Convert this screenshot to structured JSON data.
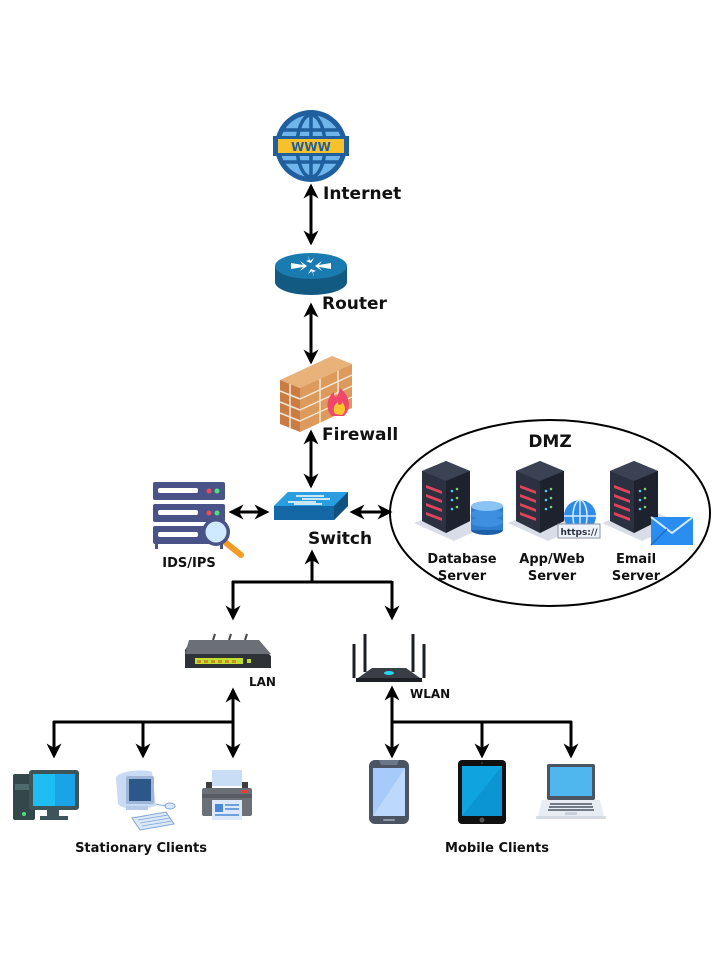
{
  "diagram": {
    "type": "network-topology",
    "nodes": {
      "internet": {
        "label": "Internet",
        "icon": "globe-www-icon",
        "badge": "WWW"
      },
      "router": {
        "label": "Router",
        "icon": "router-icon"
      },
      "firewall": {
        "label": "Firewall",
        "icon": "firewall-icon"
      },
      "switch": {
        "label": "Switch",
        "icon": "switch-icon"
      },
      "ids_ips": {
        "label": "IDS/IPS",
        "icon": "server-magnifier-icon"
      },
      "dmz": {
        "title": "DMZ",
        "servers": [
          {
            "label_line1": "Database",
            "label_line2": "Server",
            "icon": "database-server-icon"
          },
          {
            "label_line1": "App/Web",
            "label_line2": "Server",
            "icon": "web-server-icon",
            "badge": "https://"
          },
          {
            "label_line1": "Email",
            "label_line2": "Server",
            "icon": "email-server-icon"
          }
        ]
      },
      "lan": {
        "label": "LAN",
        "icon": "lan-router-icon"
      },
      "wlan": {
        "label": "WLAN",
        "icon": "wireless-router-icon"
      },
      "stationary_clients": {
        "label": "Stationary Clients",
        "devices": [
          "desktop-computer-icon",
          "retro-computer-icon",
          "printer-icon"
        ]
      },
      "mobile_clients": {
        "label": "Mobile Clients",
        "devices": [
          "smartphone-icon",
          "tablet-icon",
          "laptop-icon"
        ]
      }
    },
    "edges": [
      {
        "from": "Internet",
        "to": "Router",
        "direction": "bidirectional"
      },
      {
        "from": "Router",
        "to": "Firewall",
        "direction": "bidirectional"
      },
      {
        "from": "Firewall",
        "to": "Switch",
        "direction": "bidirectional"
      },
      {
        "from": "IDS/IPS",
        "to": "Switch",
        "direction": "bidirectional"
      },
      {
        "from": "Switch",
        "to": "DMZ",
        "direction": "bidirectional"
      },
      {
        "from": "Switch",
        "to": "LAN",
        "direction": "bidirectional"
      },
      {
        "from": "Switch",
        "to": "WLAN",
        "direction": "bidirectional"
      },
      {
        "from": "LAN",
        "to": "Stationary Clients",
        "direction": "bidirectional"
      },
      {
        "from": "WLAN",
        "to": "Mobile Clients",
        "direction": "bidirectional"
      }
    ],
    "colors": {
      "globe_blue": "#1f5f9e",
      "globe_light": "#6fb4ea",
      "www_band": "#f6c12b",
      "router_blue": "#1a6e9c",
      "brick": "#d9965a",
      "flame": "#f0476a",
      "switch_blue": "#1e88c9",
      "rack_dark": "#2b3140",
      "server_indigo": "#4a5388",
      "line": "#000000"
    }
  }
}
